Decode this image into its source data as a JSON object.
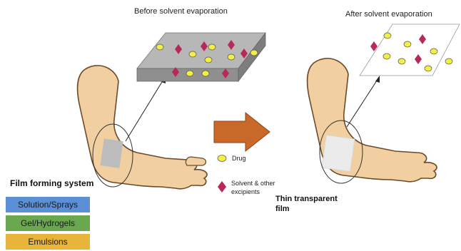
{
  "captions": {
    "before": "Before solvent evaporation",
    "after": "After solvent evaporation"
  },
  "legend": {
    "drug": "Drug",
    "solvent_line1": "Solvent & other",
    "solvent_line2": "excipients"
  },
  "film_label": {
    "line1": "Thin transparent",
    "line2": "film"
  },
  "system": {
    "title": "Film forming system",
    "items": [
      {
        "label": "Solution/Sprays",
        "color": "#5b8fd6"
      },
      {
        "label": "Gel/Hydrogels",
        "color": "#6aa84f"
      },
      {
        "label": "Emulsions",
        "color": "#e8b43a"
      }
    ]
  },
  "colors": {
    "skin": "#f2cfa0",
    "skin_outline": "#6b4a2a",
    "drug": "#f3ef44",
    "solvent": "#b8295a",
    "arrow": "#c8692a",
    "slab_top": "#b7b7b7",
    "slab_front": "#8f8f8f",
    "film": "#ffffff"
  }
}
